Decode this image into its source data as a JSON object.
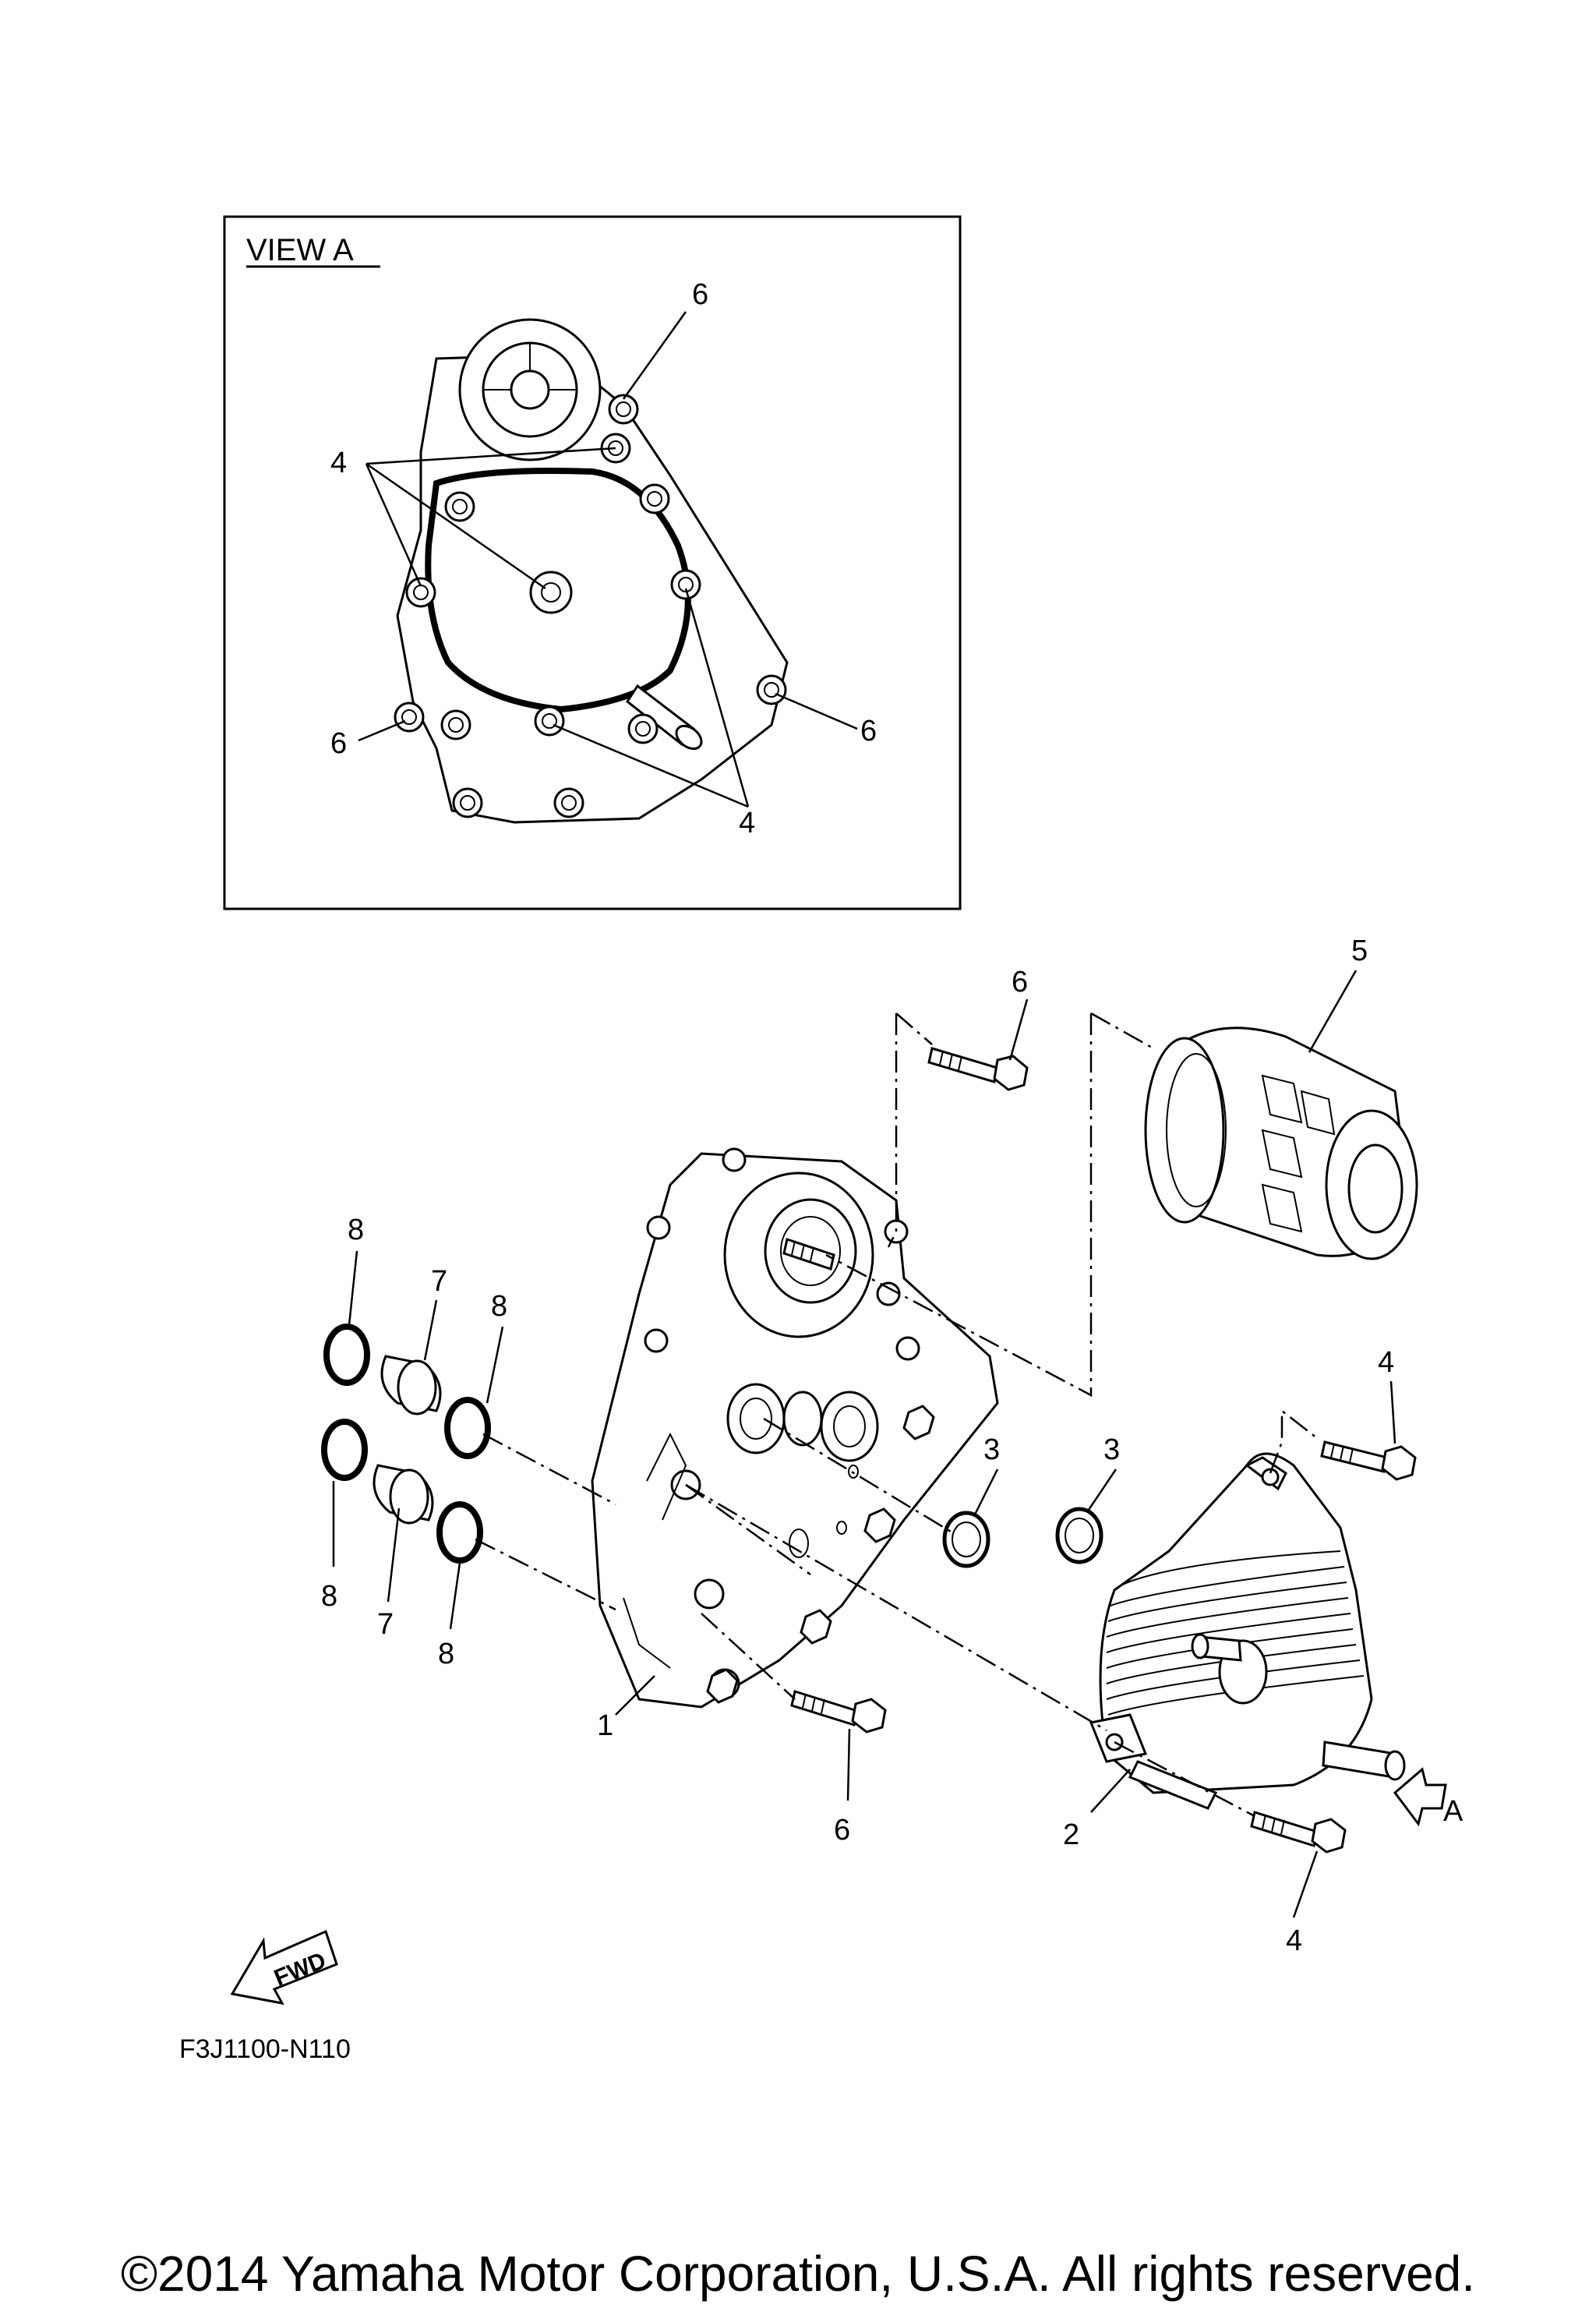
{
  "view_a": {
    "title": "VIEW A"
  },
  "callouts": {
    "view_a": {
      "c6_top": "6",
      "c4_left": "4",
      "c6_left": "6",
      "c6_right": "6",
      "c4_bottom": "4"
    },
    "main": {
      "c6_top": "6",
      "c5": "5",
      "c8_a": "8",
      "c7_a": "7",
      "c8_b": "8",
      "c8_c": "8",
      "c7_b": "7",
      "c8_d": "8",
      "c1": "1",
      "c6_bottom": "6",
      "c3_a": "3",
      "c3_b": "3",
      "c4_top": "4",
      "c2": "2",
      "c4_bottom": "4",
      "arrow_a": "A"
    }
  },
  "fwd_label": "FWD",
  "diagram_code": "F3J1100-N110",
  "copyright": "©2014 Yamaha Motor Corporation, U.S.A. All rights reserved."
}
